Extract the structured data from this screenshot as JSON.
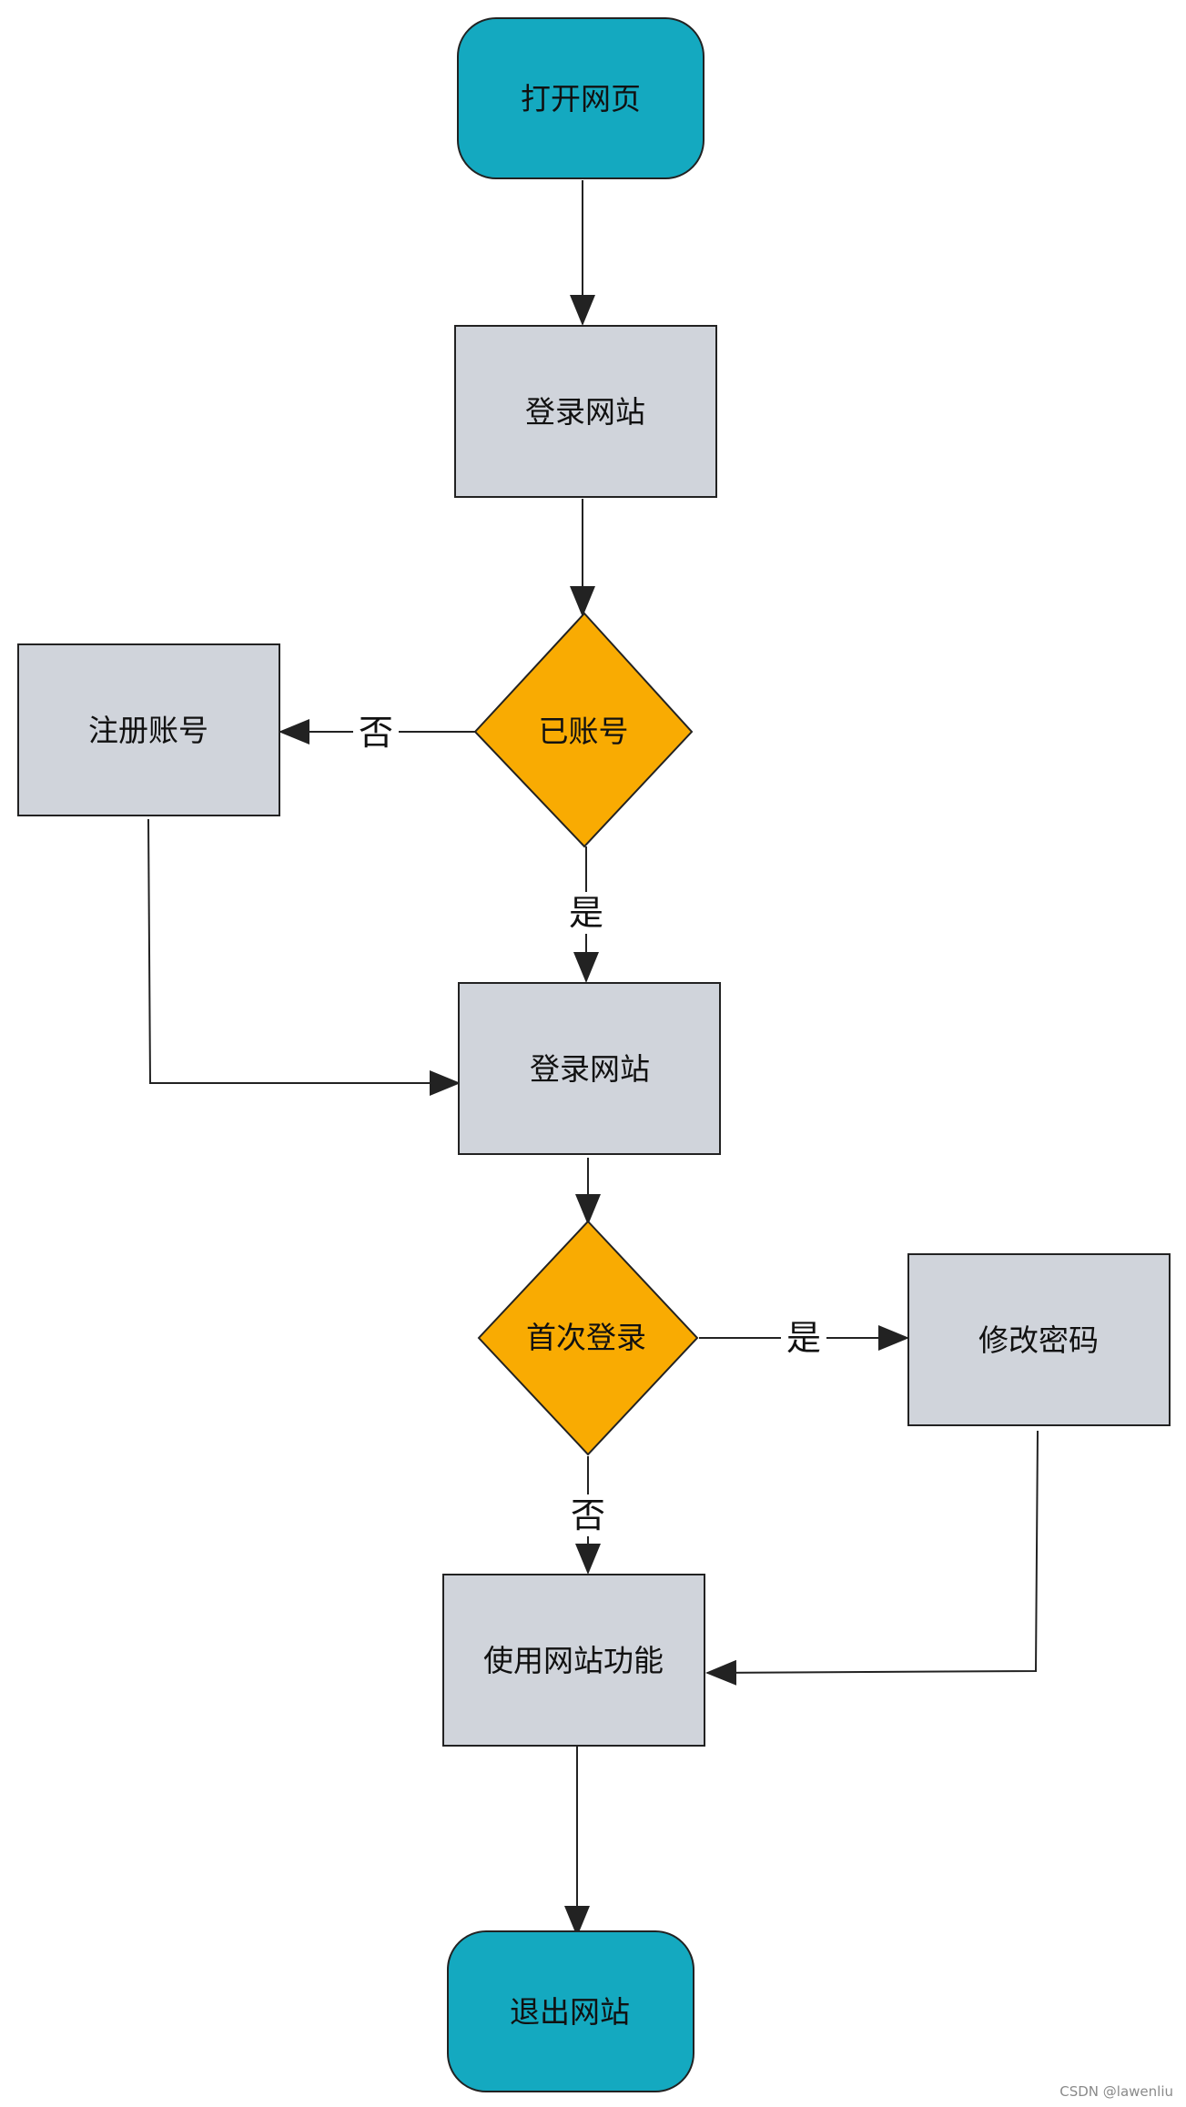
{
  "diagram": {
    "type": "flowchart",
    "nodes": {
      "open_page": {
        "label": "打开网页",
        "shape": "terminal"
      },
      "login_1": {
        "label": "登录网站",
        "shape": "process"
      },
      "has_account": {
        "label": "已账号",
        "shape": "decision"
      },
      "register": {
        "label": "注册账号",
        "shape": "process"
      },
      "login_2": {
        "label": "登录网站",
        "shape": "process"
      },
      "first_login": {
        "label": "首次登录",
        "shape": "decision"
      },
      "change_password": {
        "label": "修改密码",
        "shape": "process"
      },
      "use_features": {
        "label": "使用网站功能",
        "shape": "process"
      },
      "exit_site": {
        "label": "退出网站",
        "shape": "terminal"
      }
    },
    "edges": {
      "open_to_login1": {
        "from": "open_page",
        "to": "login_1",
        "label": ""
      },
      "login1_to_account": {
        "from": "login_1",
        "to": "has_account",
        "label": ""
      },
      "account_no": {
        "from": "has_account",
        "to": "register",
        "label": "否"
      },
      "account_yes": {
        "from": "has_account",
        "to": "login_2",
        "label": "是"
      },
      "register_to_login2": {
        "from": "register",
        "to": "login_2",
        "label": ""
      },
      "login2_to_first": {
        "from": "login_2",
        "to": "first_login",
        "label": ""
      },
      "first_yes": {
        "from": "first_login",
        "to": "change_password",
        "label": "是"
      },
      "first_no": {
        "from": "first_login",
        "to": "use_features",
        "label": "否"
      },
      "change_to_use": {
        "from": "change_password",
        "to": "use_features",
        "label": ""
      },
      "use_to_exit": {
        "from": "use_features",
        "to": "exit_site",
        "label": ""
      }
    }
  },
  "colors": {
    "terminal_fill": "#14a9c0",
    "process_fill": "#d0d4db",
    "decision_fill": "#f9ab02",
    "stroke": "#222222"
  },
  "watermark": "CSDN @lawenliu"
}
